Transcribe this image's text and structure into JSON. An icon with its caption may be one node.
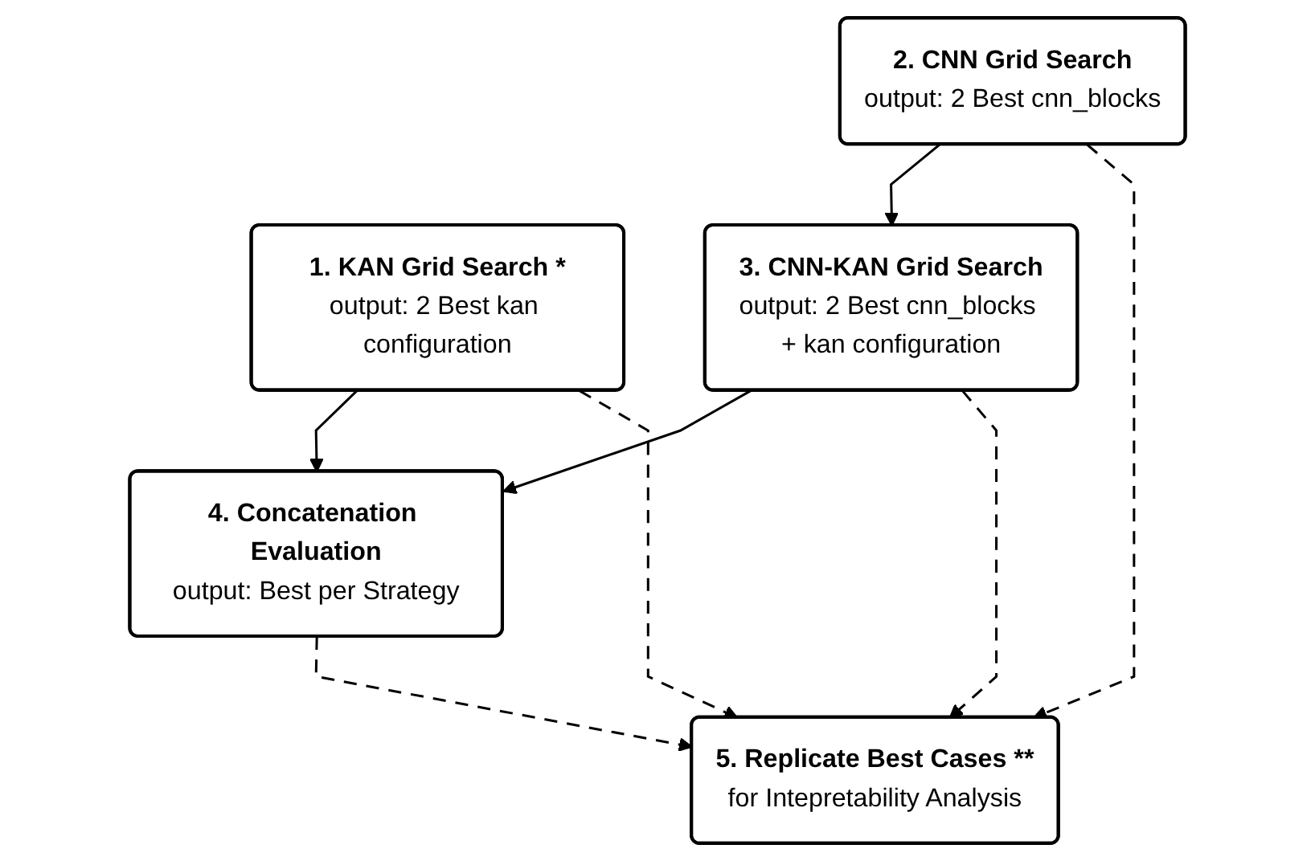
{
  "diagram": {
    "nodes": [
      {
        "text": [
          "2. CNN Grid Search",
          "output: 2 Best cnn_blocks"
        ]
      },
      {
        "text": [
          "1. KAN Grid Search *",
          "output: 2 Best kan configuration"
        ]
      },
      {
        "text": [
          "3. CNN-KAN Grid Search",
          "output: 2 Best cnn_blocks + kan configuration"
        ]
      },
      {
        "text": [
          "4. Concatenation Evaluation",
          "output: Best per Strategy"
        ]
      },
      {
        "text": [
          "5. Replicate Best Cases **",
          "for Intepretability Analysis"
        ]
      }
    ],
    "edges": [
      {
        "from": 0,
        "to": 2,
        "arrow": "to"
      },
      {
        "from": 1,
        "to": 3,
        "arrow": "to"
      },
      {
        "from": 2,
        "to": 3,
        "arrow": "to"
      },
      {
        "from": 3,
        "to": 4,
        "arrow": "to",
        "style": "dashed"
      },
      {
        "from": 2,
        "to": 4,
        "arrow": "to",
        "style": "dashed"
      },
      {
        "from": 1,
        "to": 4,
        "arrow": "to",
        "style": "dashed"
      },
      {
        "from": 0,
        "to": 4,
        "arrow": "to",
        "style": "dashed"
      }
    ]
  }
}
